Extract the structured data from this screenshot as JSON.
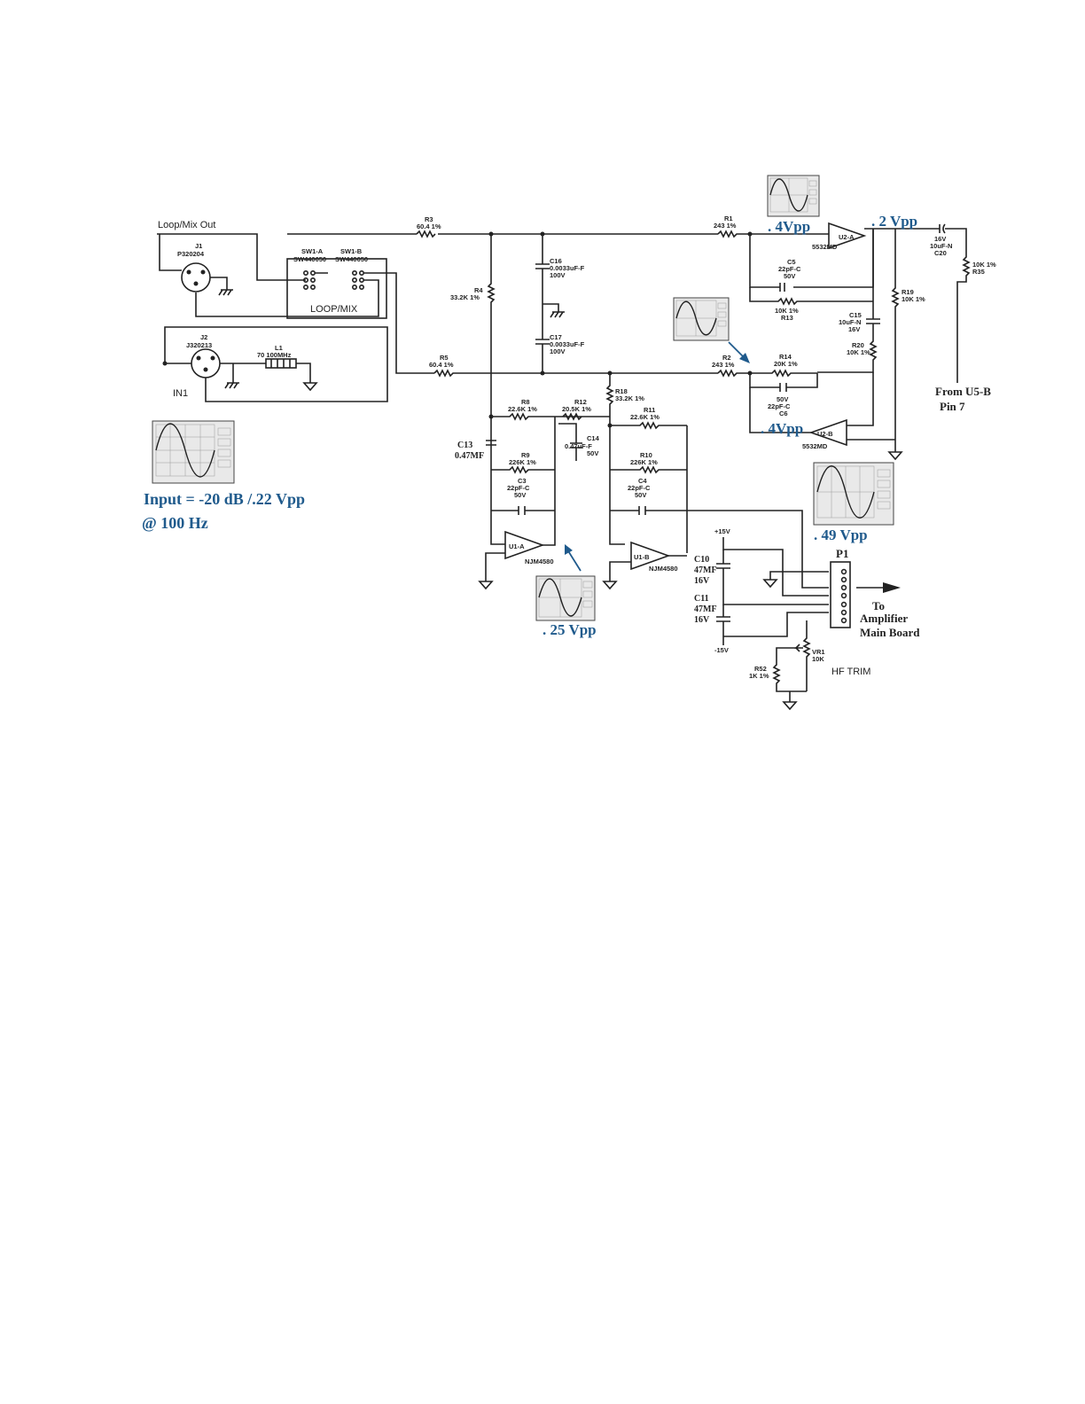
{
  "labels": {
    "loop_mix_out": "Loop/Mix Out",
    "j1_ref": "J1",
    "j1_part": "P320204",
    "j2_ref": "J2",
    "j2_part": "J320213",
    "in1": "IN1",
    "l1_ref": "L1",
    "l1_val": "70 100MHz",
    "sw1a_ref": "SW1-A",
    "sw1a_part": "SW440050",
    "sw1b_ref": "SW1-B",
    "sw1b_part": "SW440050",
    "loop_mix": "LOOP/MIX",
    "r3_ref": "R3",
    "r3_val": "60.4 1%",
    "r4_ref": "R4",
    "r4_val": "33.2K 1%",
    "r5_ref": "R5",
    "r5_val": "60.4 1%",
    "c16_ref": "C16",
    "c16_val": "0.0033uF-F",
    "c16_v": "100V",
    "c17_ref": "C17",
    "c17_val": "0.0033uF-F",
    "c17_v": "100V",
    "r1_ref": "R1",
    "r1_val": "243 1%",
    "r2_ref": "R2",
    "r2_val": "243 1%",
    "c5_ref": "C5",
    "c5_val": "22pF-C",
    "c5_v": "50V",
    "r13_val": "10K 1%",
    "r13_ref": "R13",
    "u2a": "U2-A",
    "u2a_part": "5532MD",
    "u2b": "U2-B",
    "u2b_part": "5532MD",
    "r14_ref": "R14",
    "r14_val": "20K 1%",
    "c6_v": "50V",
    "c6_val": "22pF-C",
    "c6_ref": "C6",
    "c15_ref": "C15",
    "c15_val": "10uF-N",
    "c15_v": "16V",
    "r20_ref": "R20",
    "r20_val": "10K 1%",
    "r19_ref": "R19",
    "r19_val": "10K 1%",
    "c20_v": "16V",
    "c20_val": "10uF-N",
    "c20_ref": "C20",
    "r35_val": "10K 1%",
    "r35_ref": "R35",
    "from_u5b": "From U5-B",
    "pin7": "Pin 7",
    "r8_ref": "R8",
    "r8_val": "22.6K 1%",
    "r9_ref": "R9",
    "r9_val": "226K 1%",
    "c3_ref": "C3",
    "c3_val": "22pF-C",
    "c3_v": "50V",
    "r12_ref": "R12",
    "r12_val": "20.5K 1%",
    "c14_ref": "C14",
    "c14_val": "0.47uF-F",
    "c14_v": "50V",
    "r18_ref": "R18",
    "r18_val": "33.2K 1%",
    "r11_ref": "R11",
    "r11_val": "22.6K 1%",
    "r10_ref": "R10",
    "r10_val": "226K 1%",
    "c4_ref": "C4",
    "c4_val": "22pF-C",
    "c4_v": "50V",
    "c13_ref": "C13",
    "c13_val": "0.47MF",
    "u1a": "U1-A",
    "u1a_part": "NJM4580",
    "u1b": "U1-B",
    "u1b_part": "NJM4580",
    "plus15": "+15V",
    "minus15": "-15V",
    "c10_ref": "C10",
    "c10_val": "47MF",
    "c10_v": "16V",
    "c11_ref": "C11",
    "c11_val": "47MF",
    "c11_v": "16V",
    "p1": "P1",
    "to": "To",
    "amplifier": "Amplifier",
    "main_board": "Main Board",
    "vr1_ref": "VR1",
    "vr1_val": "10K",
    "r52_ref": "R52",
    "r52_val": "1K 1%",
    "hf_trim": "HF  TRIM"
  },
  "annotations": {
    "input_line1": "Input = -20 dB /.22 Vpp",
    "input_line2": "@ 100 Hz",
    "u2a_in": ". 4Vpp",
    "u2a_out": ". 2 Vpp",
    "u2b_in": ". 4Vpp",
    "p1_out": ". 49 Vpp",
    "u1a_out": ". 25 Vpp"
  },
  "colors": {
    "annotation": "#1f5a8c",
    "wire": "#222222"
  }
}
